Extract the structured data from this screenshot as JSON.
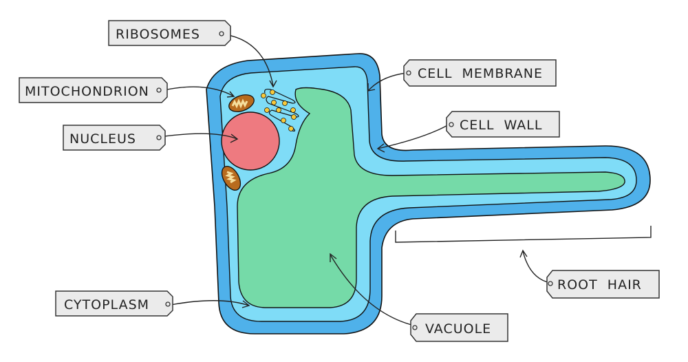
{
  "title": "Root hair cell diagram",
  "colors": {
    "cell_wall": "#4fb1ea",
    "cytoplasm": "#7fdcf7",
    "vacuole": "#75daa8",
    "nucleus": "#ee7a80",
    "mitochondrion": "#b86b1e",
    "mitochondrion_inner": "#f6df9e",
    "ribosome": "#f8c93a",
    "label_bg": "#ebebeb"
  },
  "labels": {
    "ribosomes": "RIBOSOMES",
    "mitochondrion": "MITOCHONDRION",
    "nucleus": "NUCLEUS",
    "cytoplasm": "CYTOPLASM",
    "cell_membrane": "CELL  MEMBRANE",
    "cell_wall": "CELL  WALL",
    "root_hair": "ROOT  HAIR",
    "vacuole": "VACUOLE"
  }
}
